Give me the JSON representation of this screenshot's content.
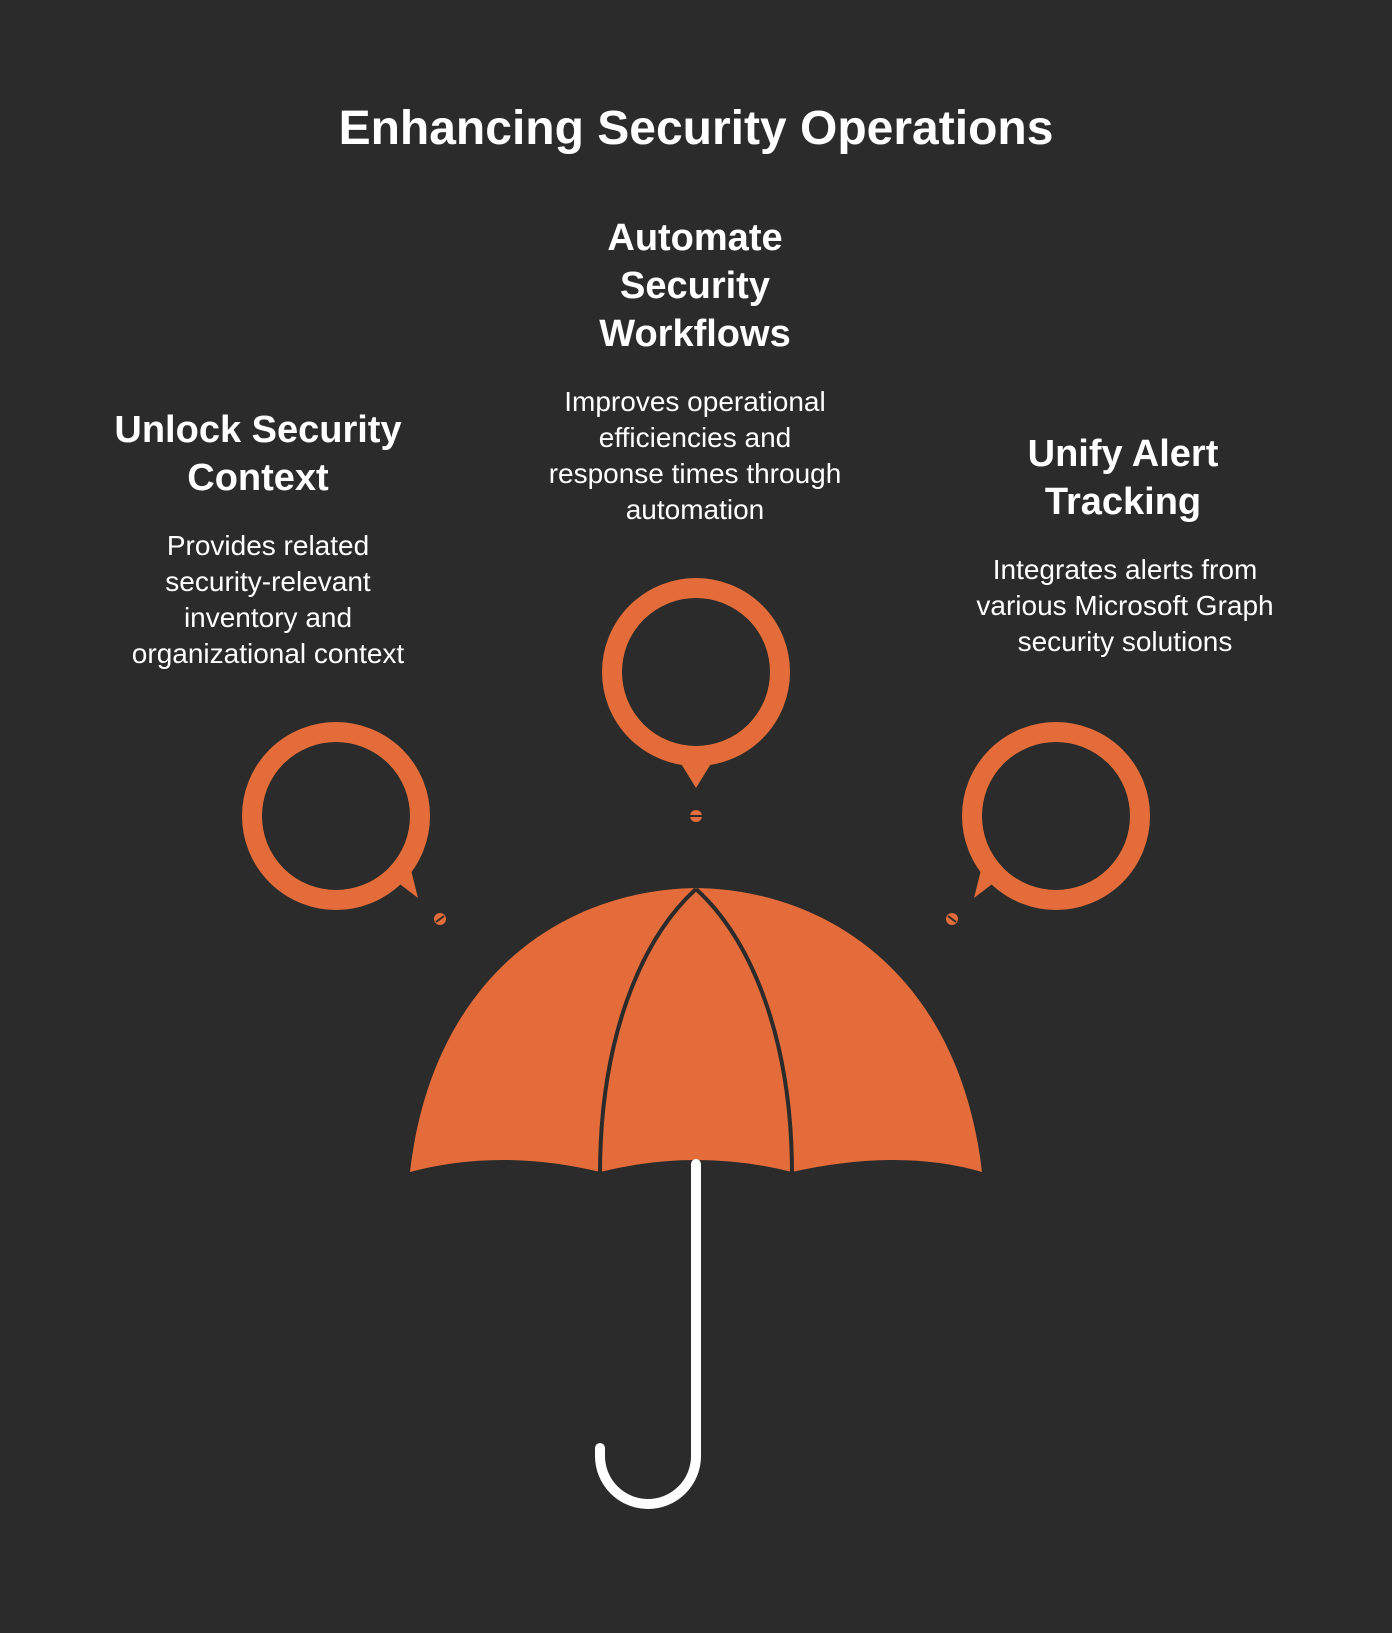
{
  "title": "Enhancing Security Operations",
  "items": [
    {
      "heading": "Unlock Security Context",
      "heading_lines": [
        "Unlock Security",
        "Context"
      ],
      "description_lines": [
        "Provides related",
        "security-relevant",
        "inventory and",
        "organizational context"
      ]
    },
    {
      "heading": "Automate Security Workflows",
      "heading_lines": [
        "Automate",
        "Security",
        "Workflows"
      ],
      "description_lines": [
        "Improves operational",
        "efficiencies and",
        "response times through",
        "automation"
      ]
    },
    {
      "heading": "Unify Alert Tracking",
      "heading_lines": [
        "Unify Alert",
        "Tracking"
      ],
      "description_lines": [
        "Integrates alerts from",
        "various Microsoft Graph",
        "security solutions"
      ]
    }
  ],
  "icons": {
    "umbrella": "umbrella-icon",
    "bubble": "speech-bubble-icon"
  },
  "colors": {
    "background": "#2b2b2b",
    "accent": "#e36c3a",
    "text": "#ffffff"
  }
}
